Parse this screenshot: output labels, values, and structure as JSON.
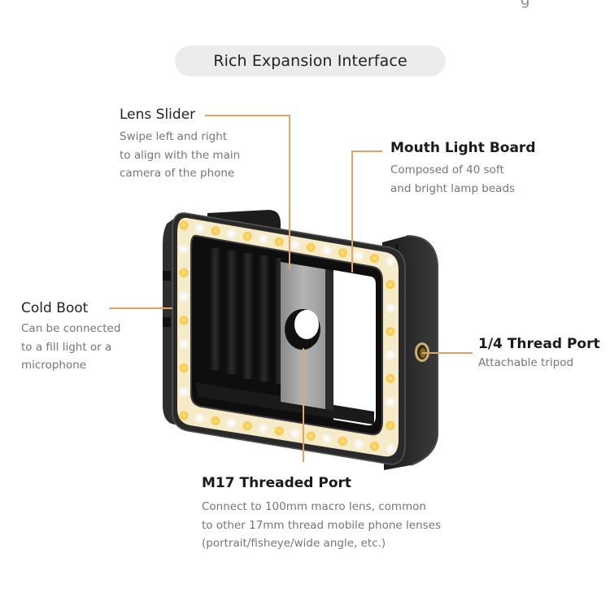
{
  "header": {
    "section_title": "Rich Expansion Interface",
    "top_fragment": "g"
  },
  "callouts": {
    "lens_slider": {
      "title": "Lens Slider",
      "desc": [
        "Swipe left and right",
        "to align with the main",
        "camera of the phone"
      ]
    },
    "mouth_light_board": {
      "title": "Mouth Light Board",
      "desc": [
        "Composed of 40 soft",
        "and bright lamp beads"
      ]
    },
    "cold_boot": {
      "title": "Cold Boot",
      "desc": [
        "Can be connected",
        "to a fill light or a",
        "microphone"
      ]
    },
    "thread_port": {
      "title": "1/4 Thread Port",
      "desc": [
        "Attachable tripod"
      ]
    },
    "m17_port": {
      "title": "M17 Threaded Port",
      "desc": [
        "Connect to 100mm macro lens, common",
        "to other 17mm thread mobile phone lenses",
        "(portrait/fisheye/wide angle, etc.)"
      ]
    }
  },
  "colors": {
    "leader_line": "#e3a366",
    "led_warm": "#f7cf54",
    "led_cool": "#fbf8ee",
    "frame": "#2a2a2a",
    "pill_bg": "#ececec"
  },
  "device": {
    "led_count": 40
  }
}
